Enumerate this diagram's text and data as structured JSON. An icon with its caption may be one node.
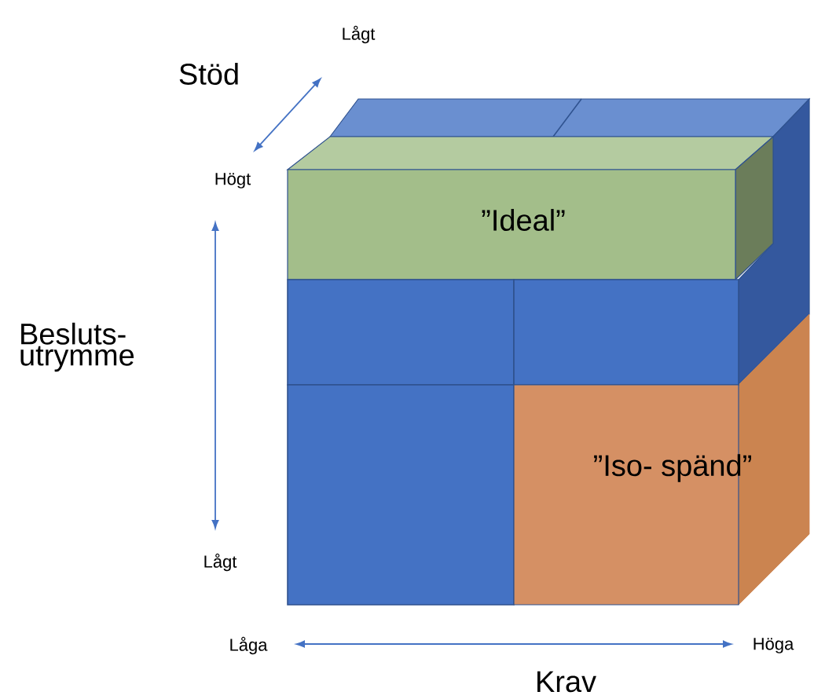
{
  "diagram": {
    "nodes": [
      {
        "text": [
          "”Ideal”"
        ]
      },
      {
        "text": [],
        "shape": "box"
      },
      {
        "text": [],
        "shape": "box"
      },
      {
        "text": [],
        "shape": "box"
      },
      {
        "text": [
          "”Iso- spänd”"
        ]
      }
    ],
    "labels": [
      "Lågt",
      "Stöd",
      "Högt",
      "Besluts- utrymme",
      "Lågt",
      "Låga",
      "Höga",
      "Krav"
    ]
  }
}
